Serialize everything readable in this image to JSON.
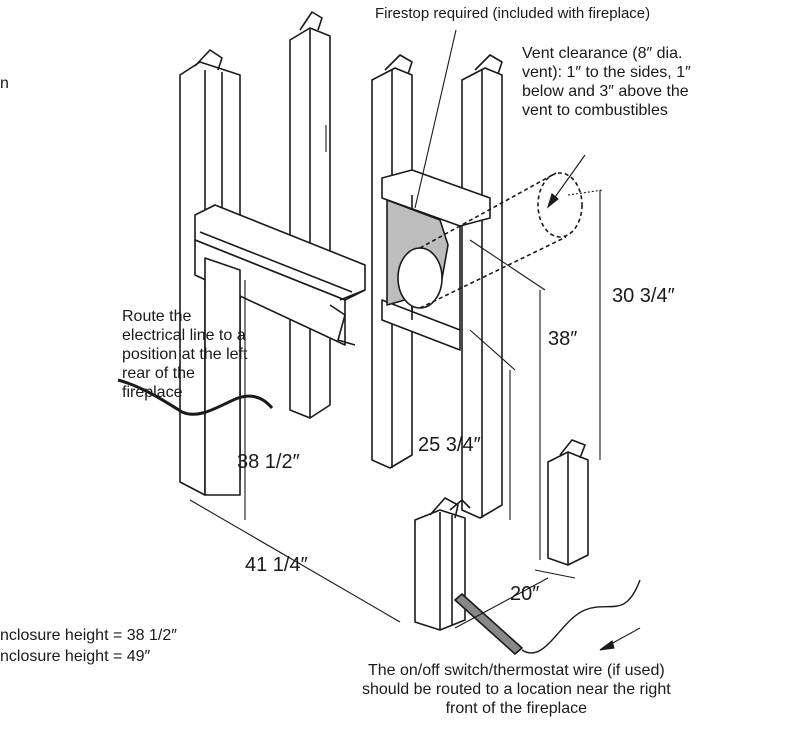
{
  "labels": {
    "firestop": "Firestop required (included with fireplace)",
    "vent_clearance": "Vent clearance (8″ dia.\nvent): 1″ to the sides, 1″\nbelow and 3″ above the\nvent to combustibles",
    "electrical": "Route the\nelectrical line to a\nposition at the left\nrear of the\nfireplace",
    "switch_wire": "The on/off switch/thermostat wire (if used)\nshould be routed to a location near the right\nfront of the fireplace",
    "enclosure_line1": "nclosure height = 38 1/2″",
    "enclosure_line2": "nclosure height = 49″",
    "cut_letter": "n"
  },
  "dimensions": {
    "d30_75": "30 3/4″",
    "d38": "38″",
    "d25_75": "25 3/4″",
    "d38_5": "38 1/2″",
    "d41_25": "41 1/4″",
    "d20": "20″"
  }
}
